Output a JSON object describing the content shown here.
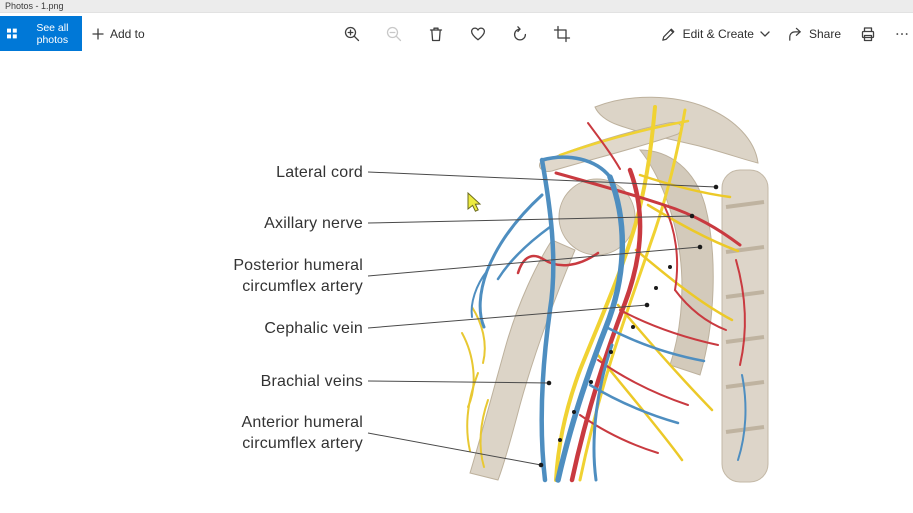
{
  "window": {
    "title": "Photos - 1.png"
  },
  "toolbar": {
    "see_all_photos": "See all photos",
    "add_to": "Add to",
    "edit_create": "Edit & Create",
    "share": "Share",
    "icons": [
      "zoom-in",
      "zoom-out",
      "delete",
      "favorite",
      "rotate",
      "crop",
      "edit-create",
      "chevron-down",
      "share",
      "print",
      "see-more"
    ]
  },
  "figure": {
    "labels": [
      {
        "line1": "Lateral cord"
      },
      {
        "line1": "Axillary nerve"
      },
      {
        "line1": "Posterior humeral",
        "line2": "circumflex artery"
      },
      {
        "line1": "Cephalic vein"
      },
      {
        "line1": "Brachial veins"
      },
      {
        "line1": "Anterior humeral",
        "line2": "circumflex artery"
      }
    ]
  },
  "colors": {
    "accent": "#0078d7",
    "artery": "#c93a40",
    "vein": "#4e8ec0",
    "nerve": "#f0d232",
    "bone": "#dcd4c7"
  }
}
